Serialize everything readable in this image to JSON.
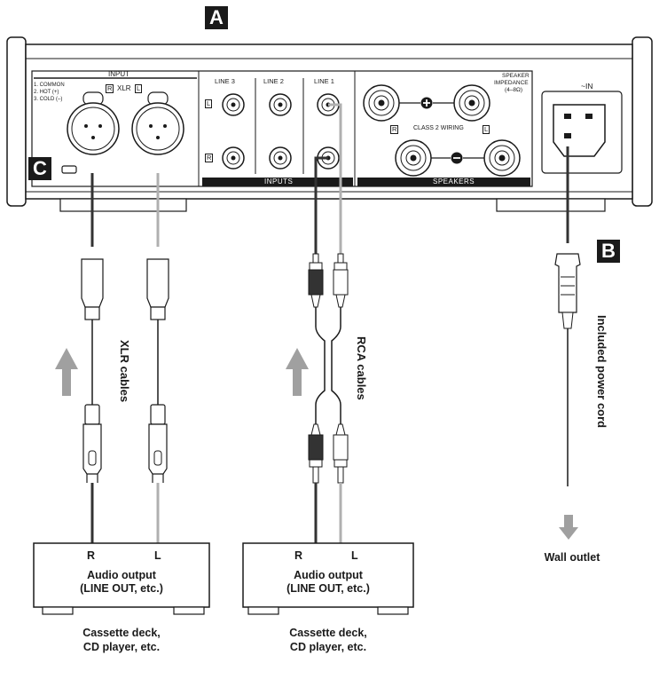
{
  "labels": {
    "a": "A",
    "b": "B",
    "c": "C"
  },
  "panel": {
    "input_title": "INPUT",
    "pin_1": "1. COMMON",
    "pin_2": "2. HOT (+)",
    "pin_3": "3. COLD (–)",
    "r_mark": "R",
    "xlr_text": "XLR",
    "l_mark": "L",
    "line3": "LINE 3",
    "line2": "LINE 2",
    "line1": "LINE 1",
    "inputs_bar": "INPUTS",
    "speakers_bar": "SPEAKERS",
    "speaker_impedance_1": "SPEAKER",
    "speaker_impedance_2": "IMPEDANCE",
    "speaker_impedance_3": "(4–8Ω)",
    "class2": "CLASS 2 WIRING",
    "ac_in": "~IN"
  },
  "cables": {
    "xlr": "XLR cables",
    "rca": "RCA cables",
    "power": "Included power cord"
  },
  "devices": [
    {
      "r": "R",
      "l": "L",
      "output_1": "Audio output",
      "output_2": "(LINE OUT, etc.)",
      "caption_1": "Cassette deck,",
      "caption_2": "CD player, etc."
    },
    {
      "r": "R",
      "l": "L",
      "output_1": "Audio output",
      "output_2": "(LINE OUT, etc.)",
      "caption_1": "Cassette deck,",
      "caption_2": "CD player, etc."
    }
  ],
  "wall_outlet": "Wall outlet",
  "colors": {
    "ink": "#1a1a1a",
    "cable_dark": "#333333",
    "cable_light": "#b0b0b0",
    "arrow": "#a0a0a0"
  }
}
